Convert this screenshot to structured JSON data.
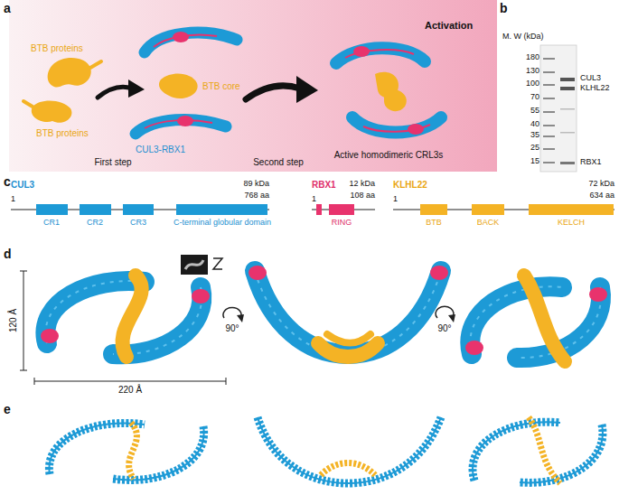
{
  "diagram": {
    "labels": [
      "a",
      "BTB proteins",
      "BTB proteins",
      "First step",
      "BTB core",
      "CUL3-RBX1",
      "Second step",
      "Activation",
      "Active homodimeric CRL3s",
      "b",
      "M. W (kDa)",
      "180",
      "130",
      "100",
      "70",
      "55",
      "40",
      "35",
      "25",
      "15",
      "CUL3",
      "KLHL22",
      "RBX1",
      "c",
      "CUL3",
      "1",
      "89 kDa",
      "768 aa",
      "CR1",
      "CR2",
      "CR3",
      "C-terminal globular domain",
      "RBX1",
      "12 kDa",
      "1",
      "108 aa",
      "RING",
      "KLHL22",
      "72 kDa",
      "1",
      "634 aa",
      "BTB",
      "BACK",
      "KELCH",
      "d",
      "120 Å",
      "220 Å",
      "90°",
      "90°",
      "e"
    ]
  }
}
